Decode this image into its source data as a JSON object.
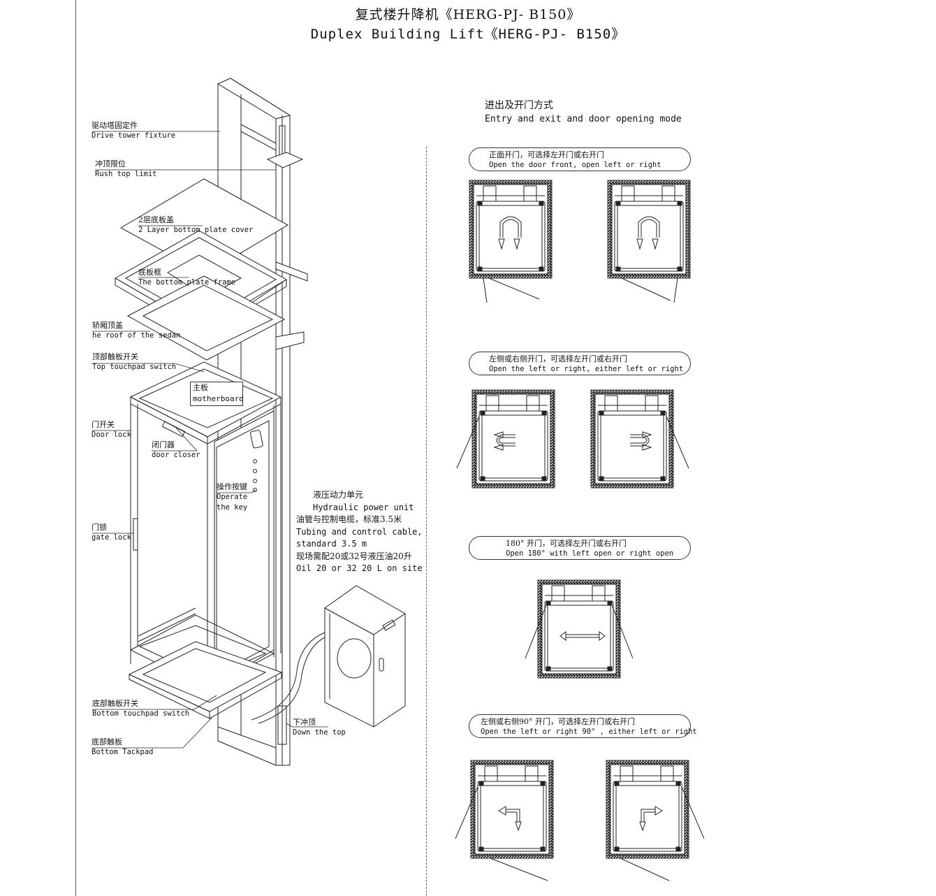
{
  "title": {
    "cn": "复式楼升降机《HERG-PJ- B150》",
    "en": "Duplex Building Lift《HERG-PJ- B150》"
  },
  "labels": {
    "drive_tower": {
      "cn": "驱动塔固定件",
      "en": "Drive tower fixture"
    },
    "rush_top": {
      "cn": "冲顶限位",
      "en": "Rush top limit"
    },
    "plate_cover": {
      "cn": "2层底板盖",
      "en": "2 Layer bottom plate cover"
    },
    "plate_frame": {
      "cn": "底板框",
      "en": "The bottom plate frame"
    },
    "sedan_roof": {
      "cn": "轿厢顶盖",
      "en": "he roof of the sedan"
    },
    "top_switch": {
      "cn": "顶部触板开关",
      "en": "Top touchpad switch"
    },
    "motherboard": {
      "cn": "主板",
      "en": "motherboard"
    },
    "door_lock": {
      "cn": "门开关",
      "en": "Door lock"
    },
    "door_closer": {
      "cn": "闭门器",
      "en": "door closer"
    },
    "operate_key": {
      "cn": "操作按键",
      "en1": "Operate",
      "en2": "the key"
    },
    "gate_lock": {
      "cn": "门锁",
      "en": "gate lock"
    },
    "bottom_switch": {
      "cn": "底部触板开关",
      "en": "Bottom touchpad switch"
    },
    "bottom_pad": {
      "cn": "底部触板",
      "en": "Bottom Tackpad"
    },
    "down_top": {
      "cn": "下冲顶",
      "en": "Down the top"
    }
  },
  "hydraulic": {
    "l1": "液压动力单元",
    "l2": "Hydraulic power unit",
    "l3": "油管与控制电缆，标准3.5米",
    "l4": "Tubing and control cable,",
    "l5": "standard 3.5 m",
    "l6": "现场需配20或32号液压油20升",
    "l7": "Oil 20 or 32  20 L on site"
  },
  "entry_section": {
    "cn": "进出及开门方式",
    "en": "Entry and exit and door opening mode"
  },
  "modes": [
    {
      "cn": "正面开门，可选择左开门或右开门",
      "en": "Open the door front, open left or right"
    },
    {
      "cn": "左侧或右侧开门，可选择左开门或右开门",
      "en": "Open the left or right, either left or right"
    },
    {
      "cn": "180° 开门，可选择左开门或右开门",
      "en": "Open 180°  with left open or right open"
    },
    {
      "cn": "左侧或右侧90° 开门，可选择左开门或右开门",
      "en": "Open the left or right 90° , either left or right"
    }
  ]
}
